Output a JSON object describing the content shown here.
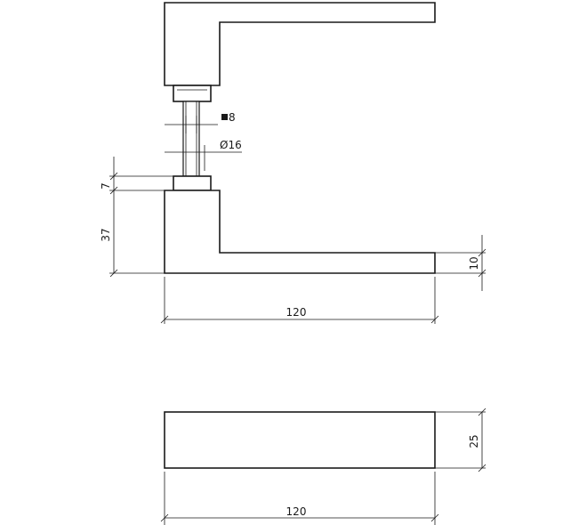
{
  "drawing": {
    "top_view": {
      "width_label": "120",
      "height_label": "37",
      "rose_height_label": "7",
      "lever_thickness_label": "10",
      "spindle_label": "8",
      "spindle_shape": "square",
      "shank_label": "Ø16"
    },
    "side_view": {
      "width_label": "120",
      "height_label": "25"
    },
    "colors": {
      "line": "#1a1a1a",
      "background": "#ffffff"
    }
  }
}
